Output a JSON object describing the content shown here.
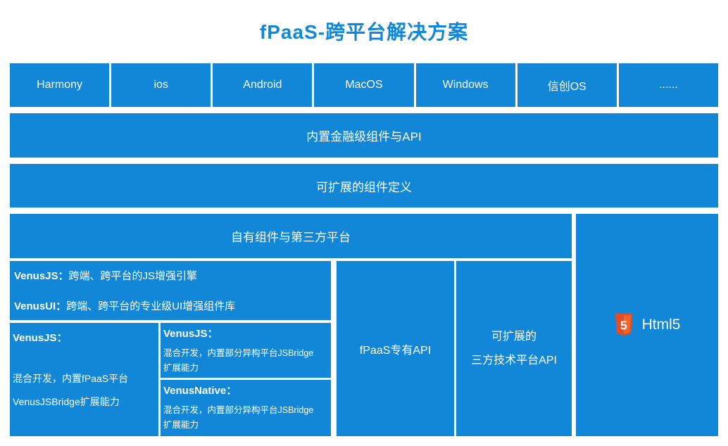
{
  "title": "fPaaS-跨平台解决方案",
  "colors": {
    "primary_blue": "#1287d8",
    "html5_badge": "#e44d26",
    "html5_badge_light": "#f16529"
  },
  "platforms": [
    "Harmony",
    "ios",
    "Android",
    "MacOS",
    "Windows",
    "信创OS",
    "......"
  ],
  "rows": {
    "builtin": "内置金融级组件与API",
    "extensible": "可扩展的组件定义"
  },
  "bottom": {
    "own_platform_bar": "自有组件与第三方平台",
    "engine": {
      "l1_label": "VenusJS：",
      "l1_text": "跨端、跨平台的JS增强引擎",
      "l2_label": "VenusUI：",
      "l2_text": "跨端、跨平台的专业级UI增强组件库"
    },
    "hybrid_fpaas": {
      "label": "VenusJS：",
      "line1": "混合开发，内置fPaaS平台",
      "line2": "VenusJSBridge扩展能力"
    },
    "hybrid_js": {
      "label": "VenusJS：",
      "line1": "混合开发，内置部分异构平台JSBridge",
      "line2": "扩展能力"
    },
    "hybrid_native": {
      "label": "VenusNative：",
      "line1": "混合开发，内置部分异构平台JSBridge",
      "line2": "扩展能力"
    },
    "fpaas_api": "fPaaS专有API",
    "third_party_line1": "可扩展的",
    "third_party_line2": "三方技术平台API",
    "html5_label": "Html5",
    "html5_glyph": "5"
  }
}
